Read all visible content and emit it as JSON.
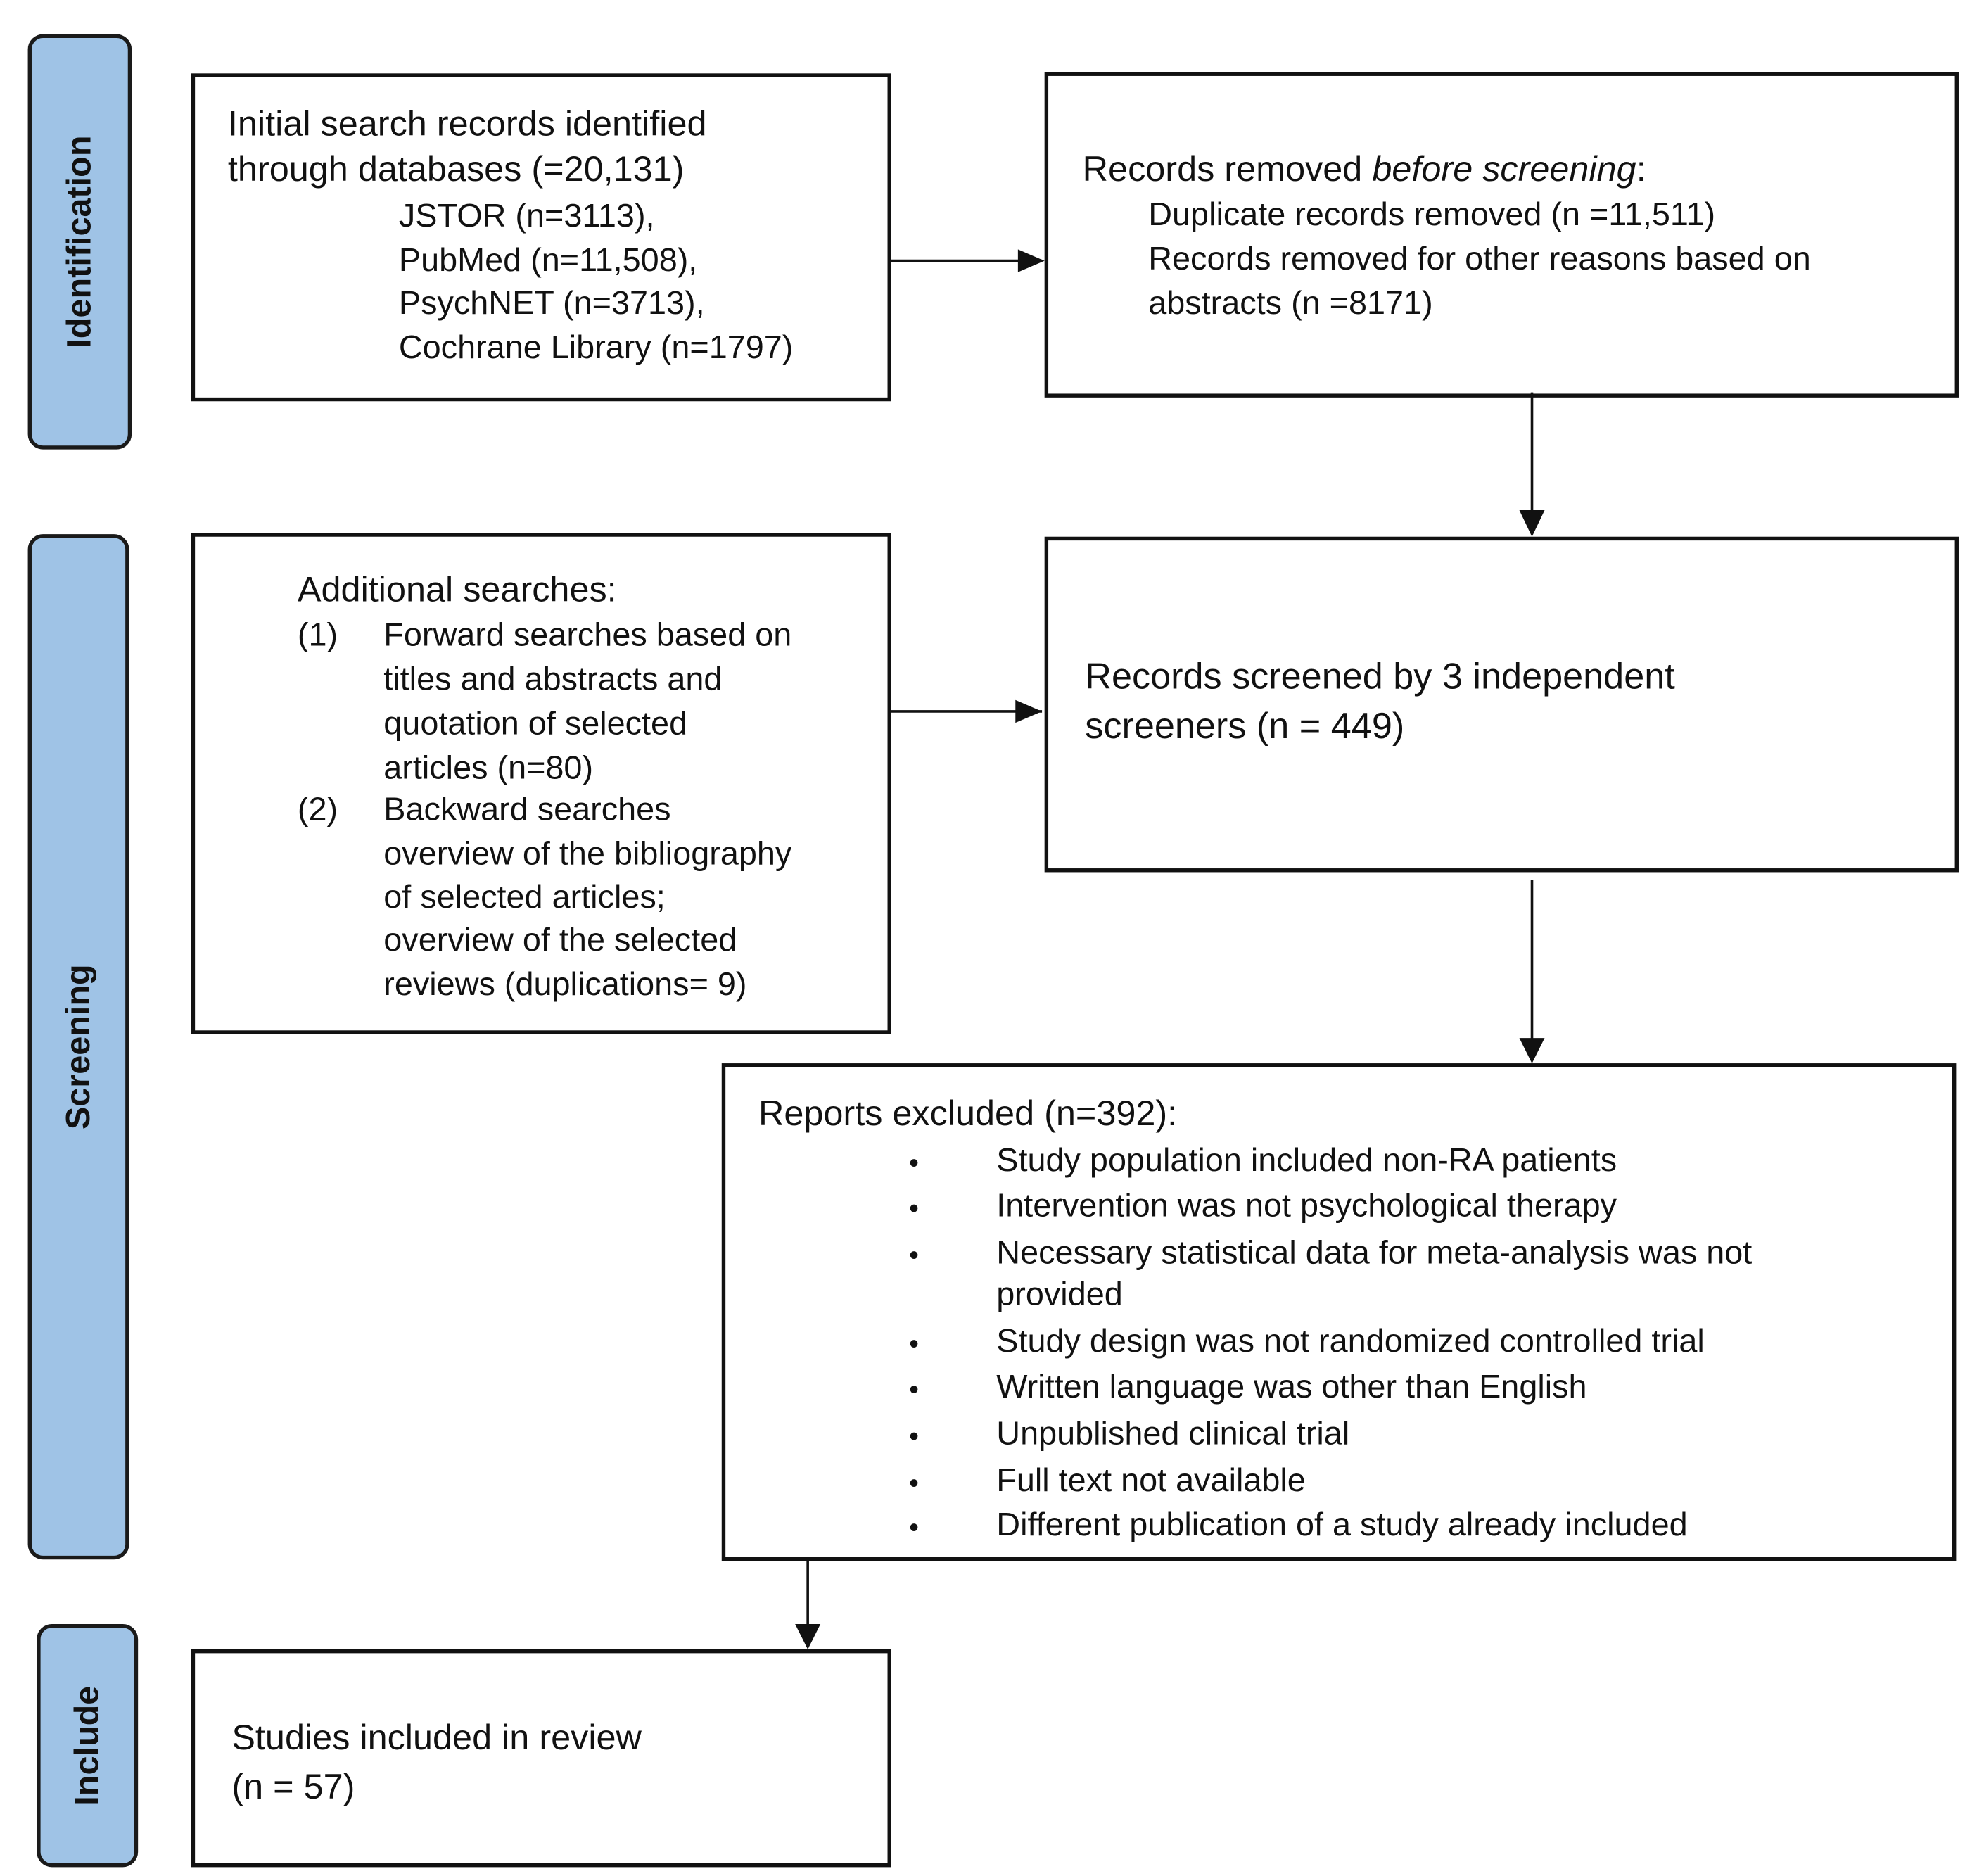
{
  "phases": {
    "identification": "Identification",
    "screening": "Screening",
    "include": "Include"
  },
  "identification_box": {
    "line1": "Initial search records identified",
    "line2": "through databases (=20,131)",
    "sources": [
      "JSTOR (n=3113),",
      "PubMed (n=11,508),",
      "PsychNET (n=3713),",
      "Cochrane Library (n=1797)"
    ]
  },
  "removed_box": {
    "heading_prefix": "Records removed ",
    "heading_emph": "before screening",
    "heading_suffix": ":",
    "line1": "Duplicate records removed (n =11,511)",
    "line2": "Records removed for other reasons based on",
    "line3": "abstracts (n =8171)"
  },
  "additional_box": {
    "heading": "Additional searches:",
    "item1_num": "(1)",
    "item1_lines": [
      "Forward searches based on",
      "titles and abstracts and",
      "quotation of selected",
      "articles (n=80)"
    ],
    "item2_num": "(2)",
    "item2_lines": [
      "Backward searches",
      "overview of the bibliography",
      "of selected articles;",
      "overview of the selected",
      "reviews (duplications= 9)"
    ]
  },
  "screened_box": {
    "line1": "Records screened by 3 independent",
    "line2": "screeners (n = 449)"
  },
  "excluded_box": {
    "heading": "Reports excluded (n=392):",
    "bullet": "•",
    "items": [
      "Study population included non-RA patients",
      "Intervention was not psychological therapy",
      "Necessary statistical data for meta-analysis was not",
      "provided",
      "Study design was not randomized controlled trial",
      "Written language was other than English",
      "Unpublished clinical trial",
      "Full text not available",
      "Different publication of a study already included"
    ]
  },
  "included_box": {
    "line1": "Studies included in review",
    "line2": "(n = 57)"
  }
}
